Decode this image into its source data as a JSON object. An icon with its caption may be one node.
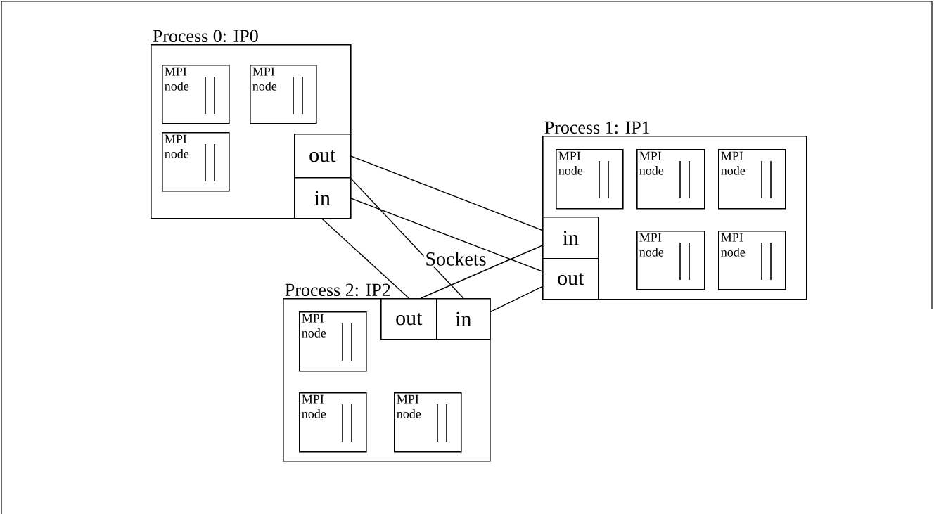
{
  "diagram": {
    "nodes": [
      {
        "text": [
          "Process 0: IP0"
        ]
      },
      {
        "text": [
          "MPI node"
        ],
        "in": 0
      },
      {
        "text": [
          "MPI node"
        ],
        "in": 0
      },
      {
        "text": [
          "MPI node"
        ],
        "in": 0
      },
      {
        "text": [
          "out"
        ],
        "in": 0
      },
      {
        "text": [
          "in"
        ],
        "in": 0
      },
      {
        "text": [
          "Process 1: IP1"
        ]
      },
      {
        "text": [
          "MPI node"
        ],
        "in": 6
      },
      {
        "text": [
          "MPI node"
        ],
        "in": 6
      },
      {
        "text": [
          "MPI node"
        ],
        "in": 6
      },
      {
        "text": [
          "MPI node"
        ],
        "in": 6
      },
      {
        "text": [
          "MPI node"
        ],
        "in": 6
      },
      {
        "text": [
          "in"
        ],
        "in": 6
      },
      {
        "text": [
          "out"
        ],
        "in": 6
      },
      {
        "text": [
          "Process 2: IP2"
        ]
      },
      {
        "text": [
          "MPI node"
        ],
        "in": 14
      },
      {
        "text": [
          "MPI node"
        ],
        "in": 14
      },
      {
        "text": [
          "MPI node"
        ],
        "in": 14
      },
      {
        "text": [
          "out"
        ],
        "in": 14
      },
      {
        "text": [
          "in"
        ],
        "in": 14
      }
    ],
    "edges": [
      {
        "from": 4,
        "to": 12,
        "arrow": "none"
      },
      {
        "from": 4,
        "to": 19,
        "arrow": "none"
      },
      {
        "from": 5,
        "to": 13,
        "arrow": "none"
      },
      {
        "from": 5,
        "to": 18,
        "arrow": "none"
      },
      {
        "from": 18,
        "to": 12,
        "arrow": "none"
      },
      {
        "from": 19,
        "to": 13,
        "arrow": "none"
      }
    ],
    "labels": [
      "Sockets"
    ]
  }
}
